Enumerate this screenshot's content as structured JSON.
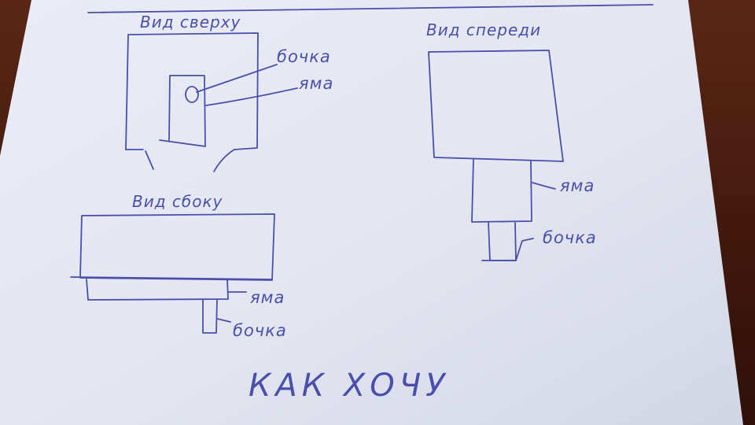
{
  "drawing": {
    "top_view": {
      "title": "Вид сверху",
      "label_barrel": "бочка",
      "label_pit": "яма"
    },
    "front_view": {
      "title": "Вид спереди",
      "label_pit": "яма",
      "label_barrel": "бочка"
    },
    "side_view": {
      "title": "Вид сбоку",
      "label_pit": "яма",
      "label_barrel": "бочка"
    },
    "caption": "КАК ХОЧУ"
  },
  "colors": {
    "ink": "#4a4fae",
    "paper": "#e6e9f4",
    "desk": "#4a1e12"
  }
}
